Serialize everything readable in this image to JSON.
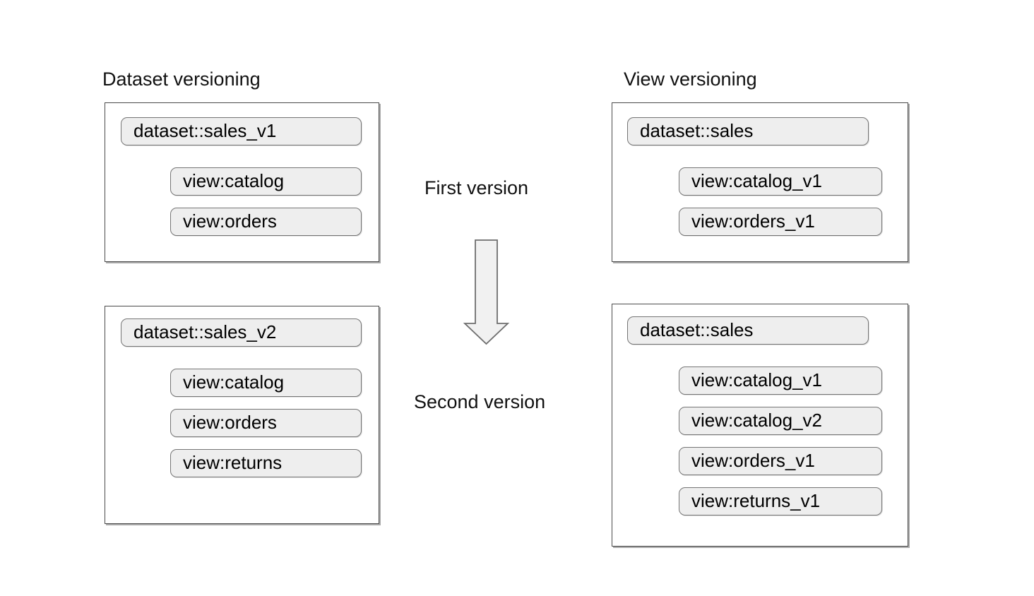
{
  "diagram": {
    "left": {
      "title": "Dataset versioning",
      "first": {
        "dataset": "dataset::sales_v1",
        "views": [
          "view:catalog",
          "view:orders"
        ]
      },
      "second": {
        "dataset": "dataset::sales_v2",
        "views": [
          "view:catalog",
          "view:orders",
          "view:returns"
        ]
      }
    },
    "right": {
      "title": "View versioning",
      "first": {
        "dataset": "dataset::sales",
        "views": [
          "view:catalog_v1",
          "view:orders_v1"
        ]
      },
      "second": {
        "dataset": "dataset::sales",
        "views": [
          "view:catalog_v1",
          "view:catalog_v2",
          "view:orders_v1",
          "view:returns_v1"
        ]
      }
    },
    "center": {
      "first_label": "First version",
      "second_label": "Second version",
      "arrow_icon": "down-arrow-icon"
    },
    "colors": {
      "background": "#ffffff",
      "text": "#000000",
      "box_border": "#4a4a4a",
      "box_shadow": "#ababab",
      "pill_fill": "#eeeeee",
      "pill_border": "#757575",
      "arrow_fill": "#f1f1f1",
      "arrow_border": "#6e6e6e"
    }
  }
}
